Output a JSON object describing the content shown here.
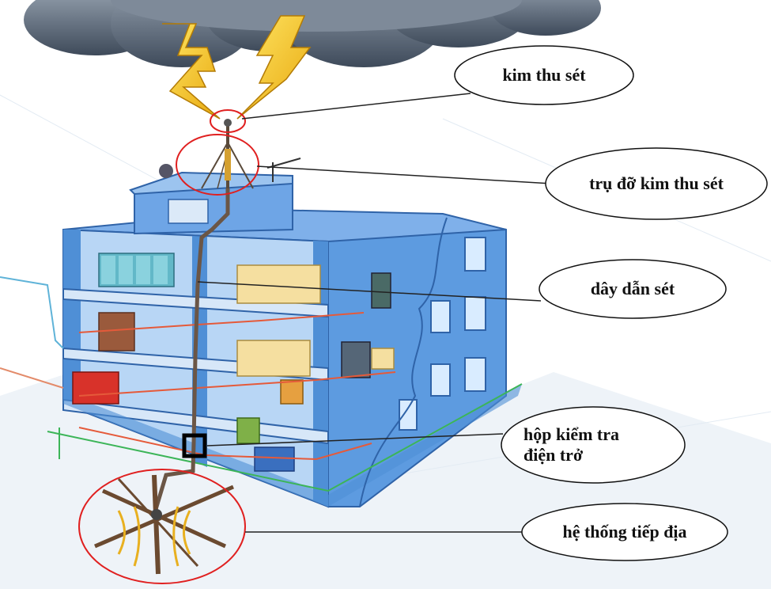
{
  "labels": {
    "lightning_rod": "kim thu sét",
    "rod_mast": "trụ đỡ kim thu sét",
    "down_conductor": "dây dẫn sét",
    "test_box_line1": "hộp kiểm tra",
    "test_box_line2": "điện trở",
    "grounding_system": "hệ thống tiếp địa"
  },
  "colors": {
    "building_blue": "#4f8fd6",
    "building_light": "#a9cdf2",
    "cloud": "#5d6b7d",
    "lightning": "#f2c418",
    "highlight_circle": "#e02020",
    "down_conductor": "#6b5646",
    "ground_wire": "#3cb558"
  }
}
